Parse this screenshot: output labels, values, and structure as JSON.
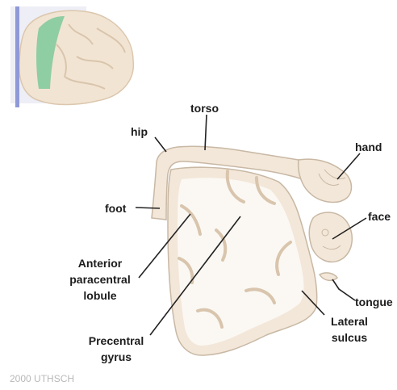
{
  "labels": {
    "torso": "torso",
    "hip": "hip",
    "hand": "hand",
    "foot": "foot",
    "face": "face",
    "anterior_paracentral_lobule": [
      "Anterior",
      "paracentral",
      "lobule"
    ],
    "precentral_gyrus": [
      "Precentral",
      "gyrus"
    ],
    "tongue": "tongue",
    "lateral_sulcus": [
      "Lateral",
      "sulcus"
    ]
  },
  "credit": "2000 UTHSCH",
  "colors": {
    "cortex_fill": "#f3e7d9",
    "cortex_stroke": "#c8b8a4",
    "sulcus": "#d9c5ad",
    "white_matter": "#fbf8f3",
    "highlight": "#7ec99a",
    "plane": "#8f99d8",
    "leader": "#222222"
  }
}
